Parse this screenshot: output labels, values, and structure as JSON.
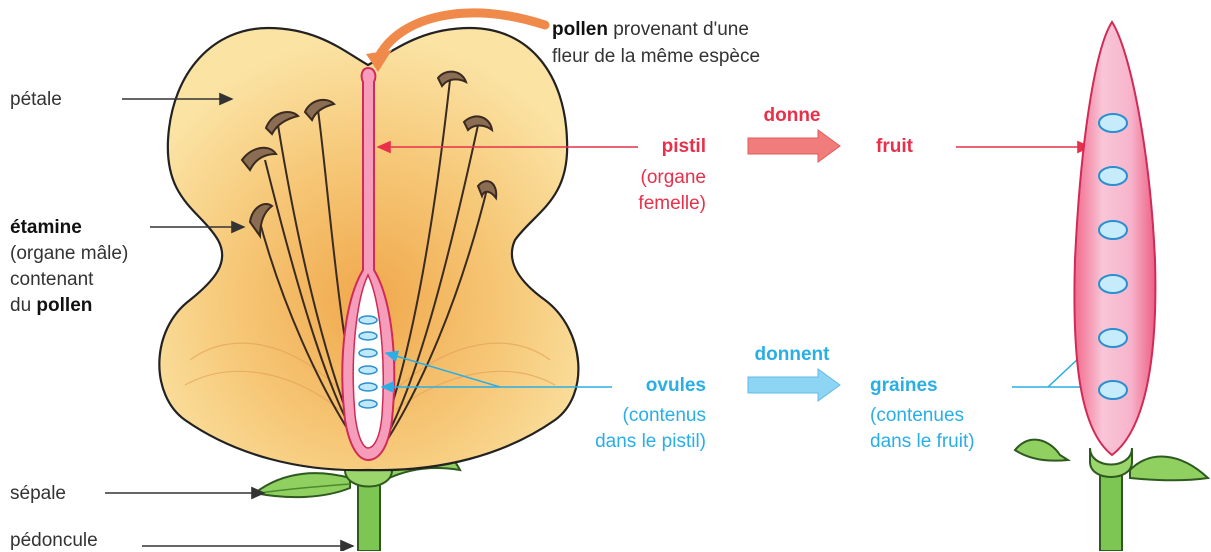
{
  "colors": {
    "petal": "#f9dd94",
    "petal_center": "#f0a84c",
    "pistil_red": "#e8304a",
    "pistil_fill": "#f7b8d0",
    "ovule_blue": "#2aaee6",
    "ovule_fill": "#c8ecfb",
    "stem_green": "#7dc653",
    "arrow_orange": "#f08a4b",
    "label_gray": "#333333"
  },
  "labels": {
    "petale": "pétale",
    "etamine_bold": "étamine",
    "etamine_line2": "(organe mâle)",
    "etamine_line3": "contenant",
    "etamine_du": "du ",
    "etamine_pollen": "pollen",
    "sepale": "sépale",
    "pedoncule": "pédoncule",
    "pollen_bold": "pollen",
    "pollen_rest": " provenant d'une",
    "pollen_line2": "fleur de la même espèce",
    "pistil": "pistil",
    "pistil_line2": "(organe",
    "pistil_line3": "femelle)",
    "donne": "donne",
    "fruit": "fruit",
    "ovules": "ovules",
    "ovules_line2": "(contenus",
    "ovules_line3": "dans le pistil)",
    "donnent": "donnent",
    "graines": "graines",
    "graines_line2": "(contenues",
    "graines_line3": "dans le fruit)"
  },
  "icons": [
    "flower-illustration",
    "fruit-illustration",
    "transform-arrow-icon"
  ]
}
